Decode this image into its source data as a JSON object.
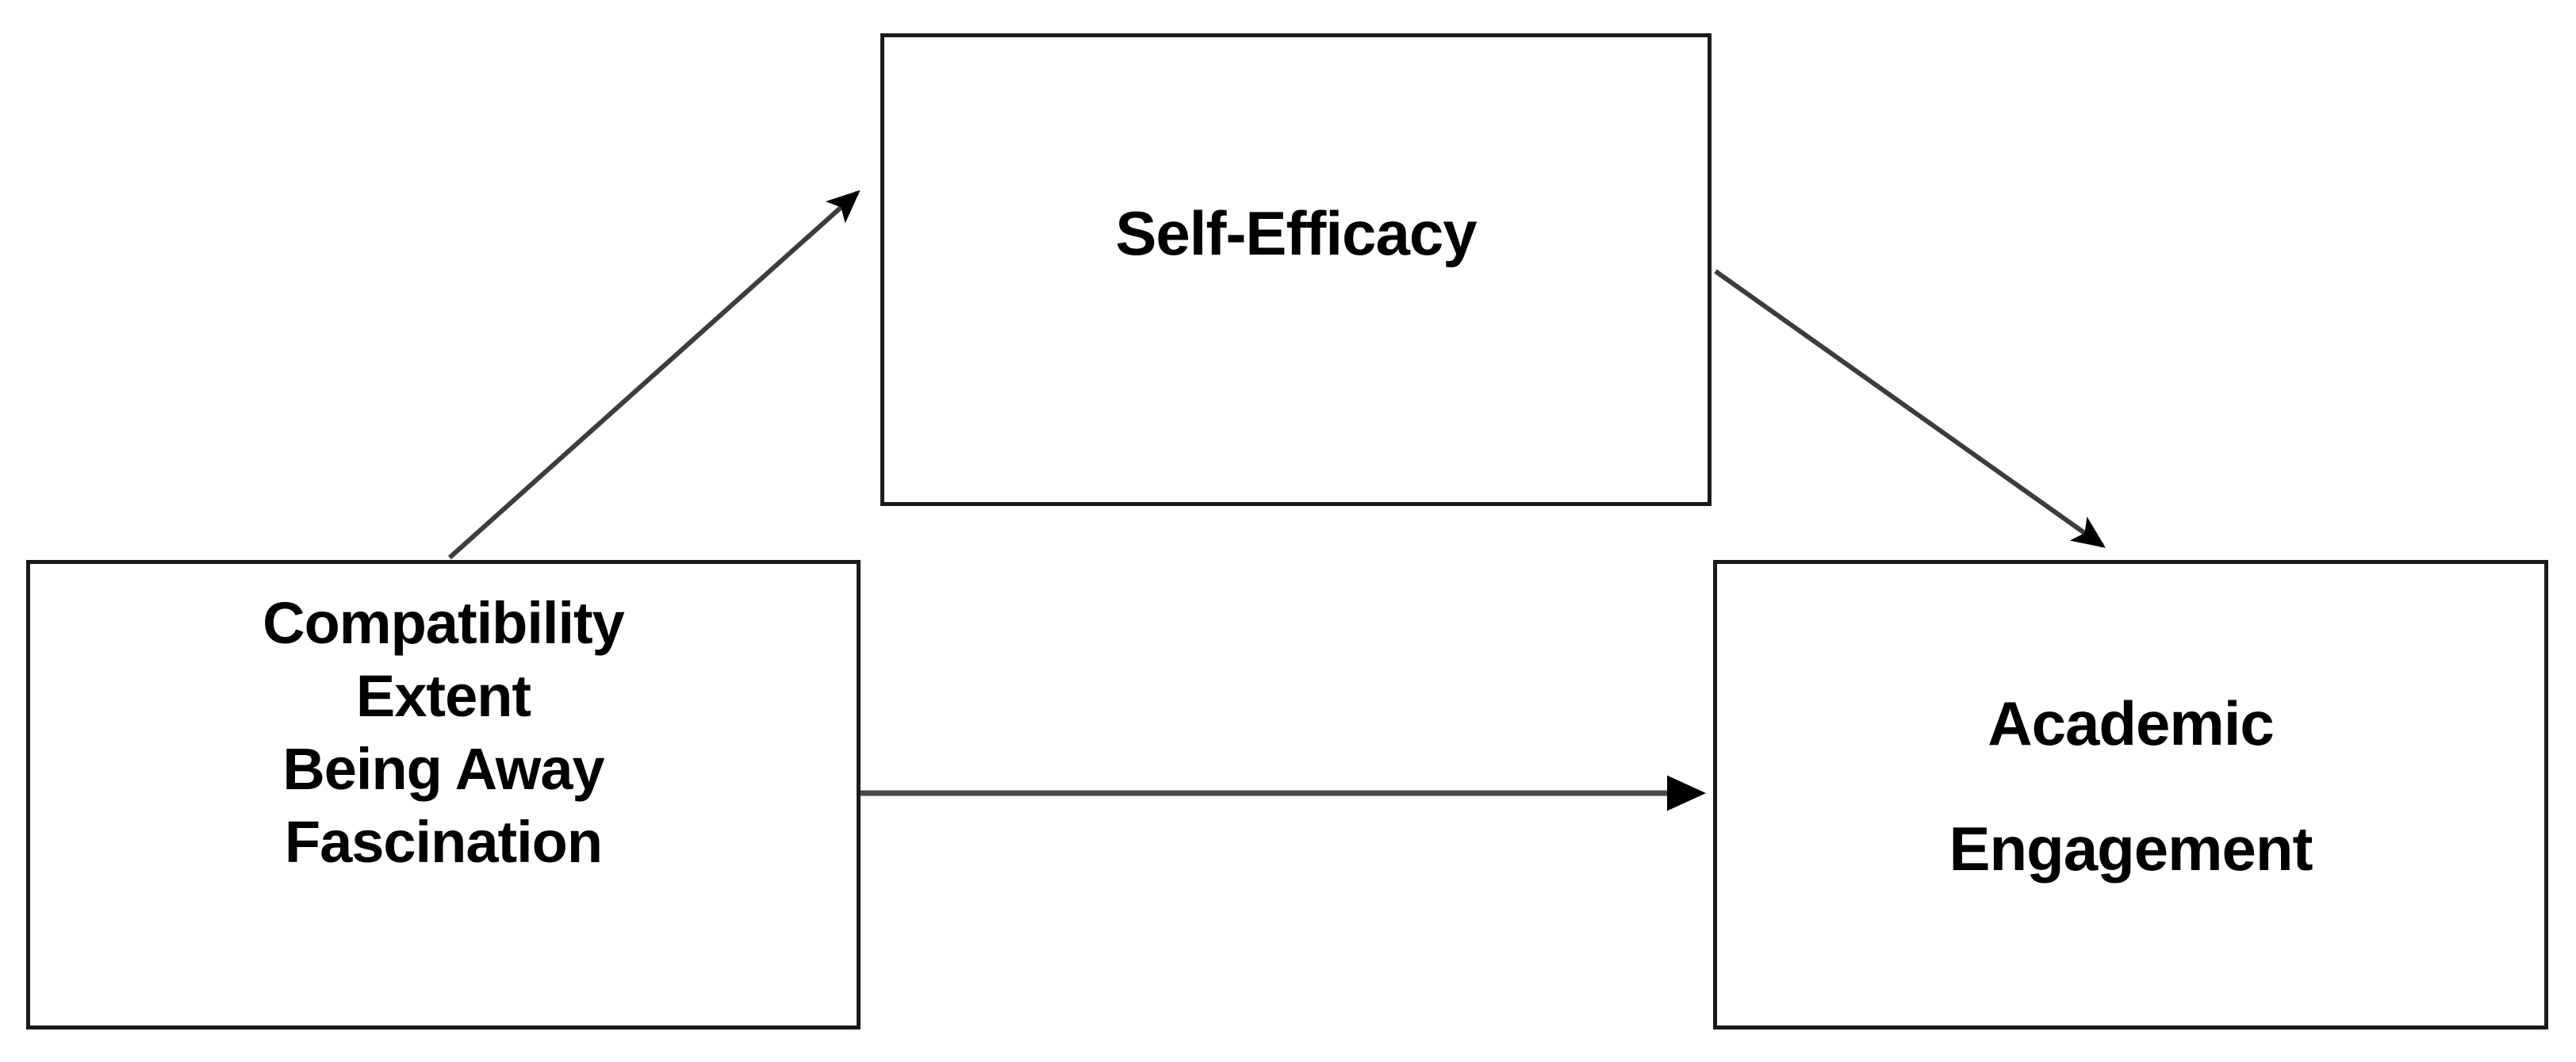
{
  "diagram": {
    "type": "mediation-model",
    "background_color": "#ffffff",
    "border_color": "#1a1a1a",
    "text_color": "#000000",
    "nodes": [
      {
        "id": "predictors",
        "name": "predictors-box",
        "lines": [
          "Compatibility",
          "Extent",
          "Being Away",
          "Fascination"
        ]
      },
      {
        "id": "self_efficacy",
        "name": "self-efficacy-box",
        "lines": [
          "Self-Efficacy"
        ]
      },
      {
        "id": "academic_engagement",
        "name": "academic-engagement-box",
        "lines": [
          "Academic",
          "Engagement"
        ]
      }
    ],
    "edges": [
      {
        "id": "predictors-to-self-efficacy",
        "from": "predictors",
        "to": "self_efficacy",
        "style": "solid-arrow",
        "direction": "diagonal-up-right"
      },
      {
        "id": "self-efficacy-to-academic-engagement",
        "from": "self_efficacy",
        "to": "academic_engagement",
        "style": "solid-arrow",
        "direction": "diagonal-down-right"
      },
      {
        "id": "predictors-to-academic-engagement",
        "from": "predictors",
        "to": "academic_engagement",
        "style": "solid-arrow",
        "direction": "horizontal-right"
      }
    ]
  }
}
